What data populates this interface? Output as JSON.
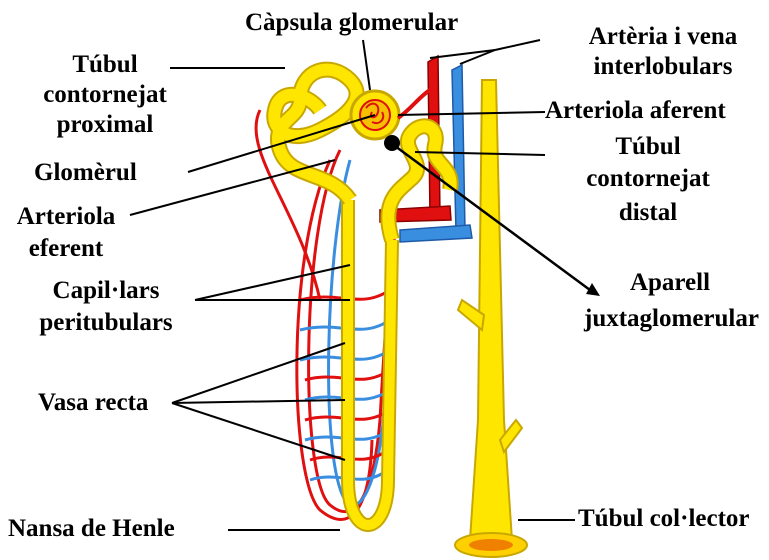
{
  "colors": {
    "tubule": "#ffe600",
    "tubule_edge": "#c8a800",
    "artery": "#e01010",
    "artery_edge": "#8a0000",
    "vein": "#3a8ee0",
    "vein_edge": "#1d5aa8"
  },
  "labels": {
    "capsule": "Càpsula glomerular",
    "pct_1": "Túbul",
    "pct_2": "contornejat",
    "pct_3": "proximal",
    "vessels_1": "Artèria i vena",
    "vessels_2": "interlobulars",
    "afferent": "Arteriola aferent",
    "dct_1": "Túbul",
    "dct_2": "contornejat",
    "dct_3": "distal",
    "glomerulus": "Glomèrul",
    "efferent_1": "Arteriola",
    "efferent_2": "eferent",
    "capillaries_1": "Capil·lars",
    "capillaries_2": "peritubulars",
    "juxta_1": "Aparell",
    "juxta_2": "juxtaglomerular",
    "vasa": "Vasa recta",
    "henle": "Nansa de Henle",
    "collecting": "Túbul col·lector"
  }
}
